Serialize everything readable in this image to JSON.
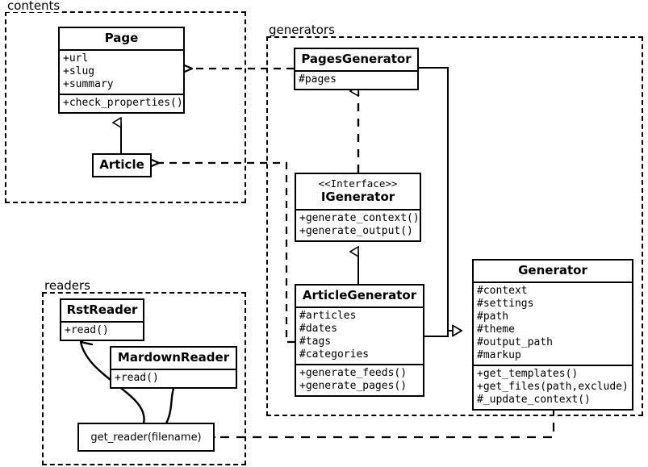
{
  "diagram": {
    "title": "UML class diagram",
    "stroke_color": "#000000",
    "background_color": "#ffffff"
  },
  "packages": [
    {
      "name": "contents",
      "label": "contents"
    },
    {
      "name": "generators",
      "label": "generators"
    },
    {
      "name": "readers",
      "label": "readers"
    }
  ],
  "classes": {
    "page": {
      "name": "Page",
      "attributes": [
        "+url",
        "+slug",
        "+summary"
      ],
      "methods": [
        "+check_properties()"
      ]
    },
    "article": {
      "name": "Article",
      "attributes": [],
      "methods": []
    },
    "pages_generator": {
      "name": "PagesGenerator",
      "attributes": [
        "#pages"
      ],
      "methods": []
    },
    "igenerator": {
      "stereotype": "<<Interface>>",
      "name": "IGenerator",
      "attributes": [],
      "methods": [
        "+generate_context()",
        "+generate_output()"
      ]
    },
    "article_generator": {
      "name": "ArticleGenerator",
      "attributes": [
        "#articles",
        "#dates",
        "#tags",
        "#categories"
      ],
      "methods": [
        "+generate_feeds()",
        "+generate_pages()"
      ]
    },
    "generator": {
      "name": "Generator",
      "attributes": [
        "#context",
        "#settings",
        "#path",
        "#theme",
        "#output_path",
        "#markup"
      ],
      "methods": [
        "+get_templates()",
        "+get_files(path,exclude)",
        "#_update_context()"
      ]
    },
    "rst_reader": {
      "name": "RstReader",
      "attributes": [],
      "methods": [
        "+read()"
      ]
    },
    "mardown_reader": {
      "name": "MardownReader",
      "attributes": [],
      "methods": [
        "+read()"
      ]
    }
  },
  "functions": {
    "get_reader": {
      "label": "get_reader(filename)"
    }
  },
  "relationships": [
    {
      "from": "PagesGenerator",
      "to": "Page",
      "type": "dependency"
    },
    {
      "from": "ArticleGenerator",
      "to": "Article",
      "type": "dependency"
    },
    {
      "from": "Article",
      "to": "Page",
      "type": "generalization"
    },
    {
      "from": "PagesGenerator",
      "to": "IGenerator",
      "type": "realization"
    },
    {
      "from": "ArticleGenerator",
      "to": "IGenerator",
      "type": "generalization"
    },
    {
      "from": "PagesGenerator",
      "to": "Generator",
      "type": "generalization"
    },
    {
      "from": "ArticleGenerator",
      "to": "Generator",
      "type": "generalization"
    },
    {
      "from": "get_reader",
      "to": "RstReader",
      "type": "association"
    },
    {
      "from": "get_reader",
      "to": "MardownReader",
      "type": "association"
    },
    {
      "from": "Generator",
      "to": "get_reader",
      "type": "dependency"
    }
  ]
}
